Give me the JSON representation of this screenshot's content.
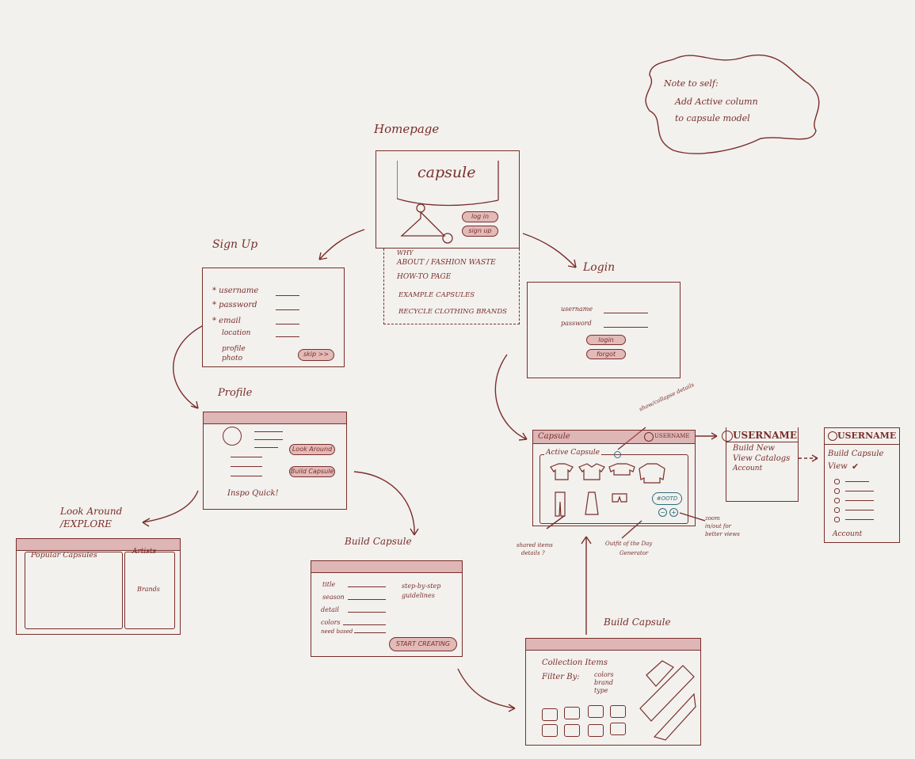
{
  "note": {
    "line1": "Note to self:",
    "line2": "Add Active column",
    "line3": "to capsule model"
  },
  "homepage": {
    "title": "Homepage",
    "logo": "capsule",
    "btn_login": "log in",
    "btn_signup": "sign up",
    "menu": [
      "WHY",
      "ABOUT / FASHION WASTE",
      "HOW-TO PAGE",
      "EXAMPLE CAPSULES",
      "RECYCLE CLOTHING BRANDS"
    ]
  },
  "signup": {
    "title": "Sign Up",
    "fields": [
      "* username",
      "* password",
      "* email",
      "location",
      "profile photo"
    ],
    "skip": "skip >>"
  },
  "login": {
    "title": "Login",
    "username": "username",
    "password": "password",
    "btn_login": "login",
    "btn_forgot": "forgot"
  },
  "profile": {
    "title": "Profile",
    "btn_look": "Look Around",
    "btn_build": "Build Capsule",
    "inspo": "Inspo Quick!"
  },
  "explore": {
    "title1": "Look Around",
    "title2": "/EXPLORE",
    "popular": "Popular Capsules",
    "artists": "Artists",
    "brands": "Brands"
  },
  "build1": {
    "title": "Build Capsule",
    "fields": [
      "title",
      "season",
      "detail",
      "colors",
      "need based"
    ],
    "guide1": "step-by-step",
    "guide2": "guidelines",
    "btn": "START CREATING"
  },
  "capsule": {
    "app": "Capsule",
    "user": "USERNAME",
    "active": "Active Capsule",
    "fab": "#OOTD",
    "ann_show": "show/collapse details",
    "ann_zoom1": "zoom",
    "ann_zoom2": "in/out for",
    "ann_zoom3": "better views",
    "ann_items1": "shared items",
    "ann_items2": "details ?",
    "ann_ootd1": "Outfit of the Day",
    "ann_ootd2": "Generator"
  },
  "usermenu": {
    "user": "USERNAME",
    "items": [
      "Build New",
      "View Catalogs",
      "Account"
    ]
  },
  "usermenu2": {
    "user": "USERNAME",
    "build": "Build Capsule",
    "view": "View",
    "account": "Account"
  },
  "build2": {
    "title": "Build Capsule",
    "collection": "Collection Items",
    "filter": "Filter By:",
    "opt1": "colors",
    "opt2": "brand",
    "opt3": "type"
  }
}
